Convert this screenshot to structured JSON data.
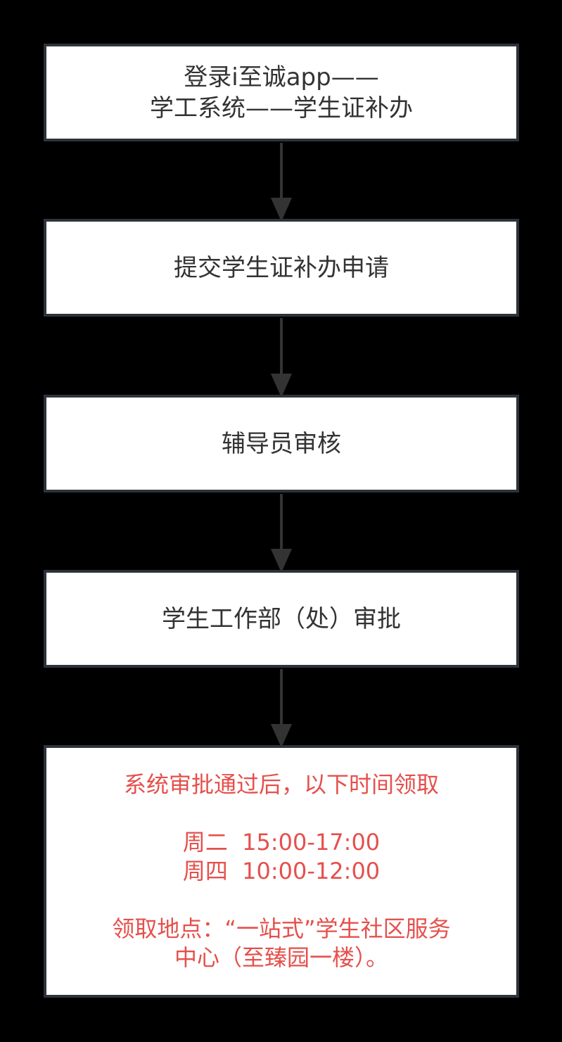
{
  "steps": [
    {
      "lines": [
        "登录i至诚app——",
        "学工系统——学生证补办"
      ]
    },
    {
      "lines": [
        "提交学生证补办申请"
      ]
    },
    {
      "lines": [
        "辅导员审核"
      ]
    },
    {
      "lines": [
        "学生工作部（处）审批"
      ]
    }
  ],
  "final": {
    "lines": [
      "系统审批通过后，以下时间领取",
      "",
      "周二  15:00-17:00",
      "周四  10:00-12:00",
      "",
      "领取地点：“一站式”学生社区服务",
      "中心（至臻园一楼）。"
    ]
  },
  "colors": {
    "border": "#2d333a",
    "arrow": "#333333",
    "highlight_text": "#e5504c"
  }
}
